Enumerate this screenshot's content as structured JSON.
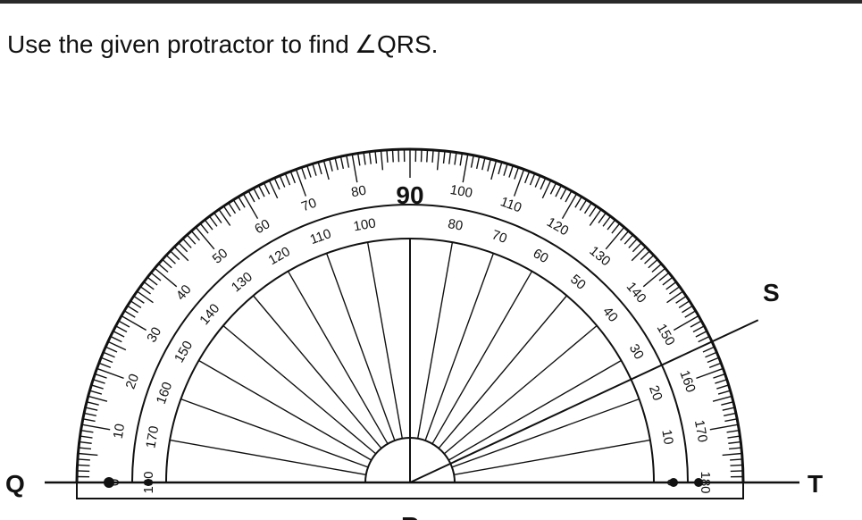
{
  "question": {
    "prefix": "Use the given protractor to find",
    "angle_symbol": "∠",
    "angle_name": "QRS."
  },
  "points": {
    "Q": "Q",
    "R": "R",
    "S": "S",
    "T": "T"
  },
  "protractor": {
    "center_label": "90",
    "outer_scale_labels": [
      "0",
      "10",
      "20",
      "30",
      "40",
      "50",
      "60",
      "70",
      "80",
      "100",
      "110",
      "120",
      "130",
      "140",
      "150",
      "160",
      "170",
      "180"
    ],
    "inner_scale_labels": [
      "0",
      "10",
      "20",
      "30",
      "40",
      "50",
      "60",
      "70",
      "80",
      "100",
      "110",
      "120",
      "130",
      "140",
      "150",
      "160",
      "170",
      "180"
    ],
    "ray_S_degrees": 25
  }
}
